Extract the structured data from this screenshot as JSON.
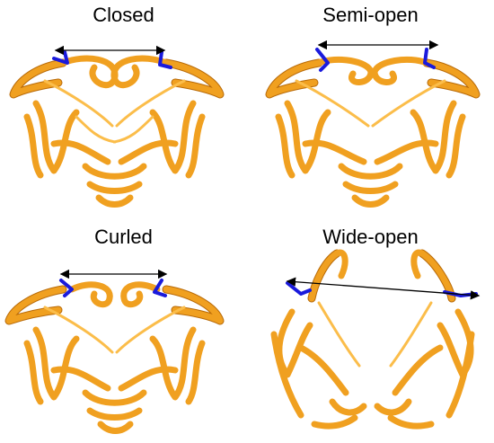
{
  "panels": [
    {
      "title": "Closed"
    },
    {
      "title": "Semi-open"
    },
    {
      "title": "Curled"
    },
    {
      "title": "Wide-open"
    }
  ],
  "colors": {
    "ribbon": "#f0a020",
    "ribbon_dark": "#b86a08",
    "flap_residue": "#1a1adc",
    "distance_line": "#000000"
  }
}
